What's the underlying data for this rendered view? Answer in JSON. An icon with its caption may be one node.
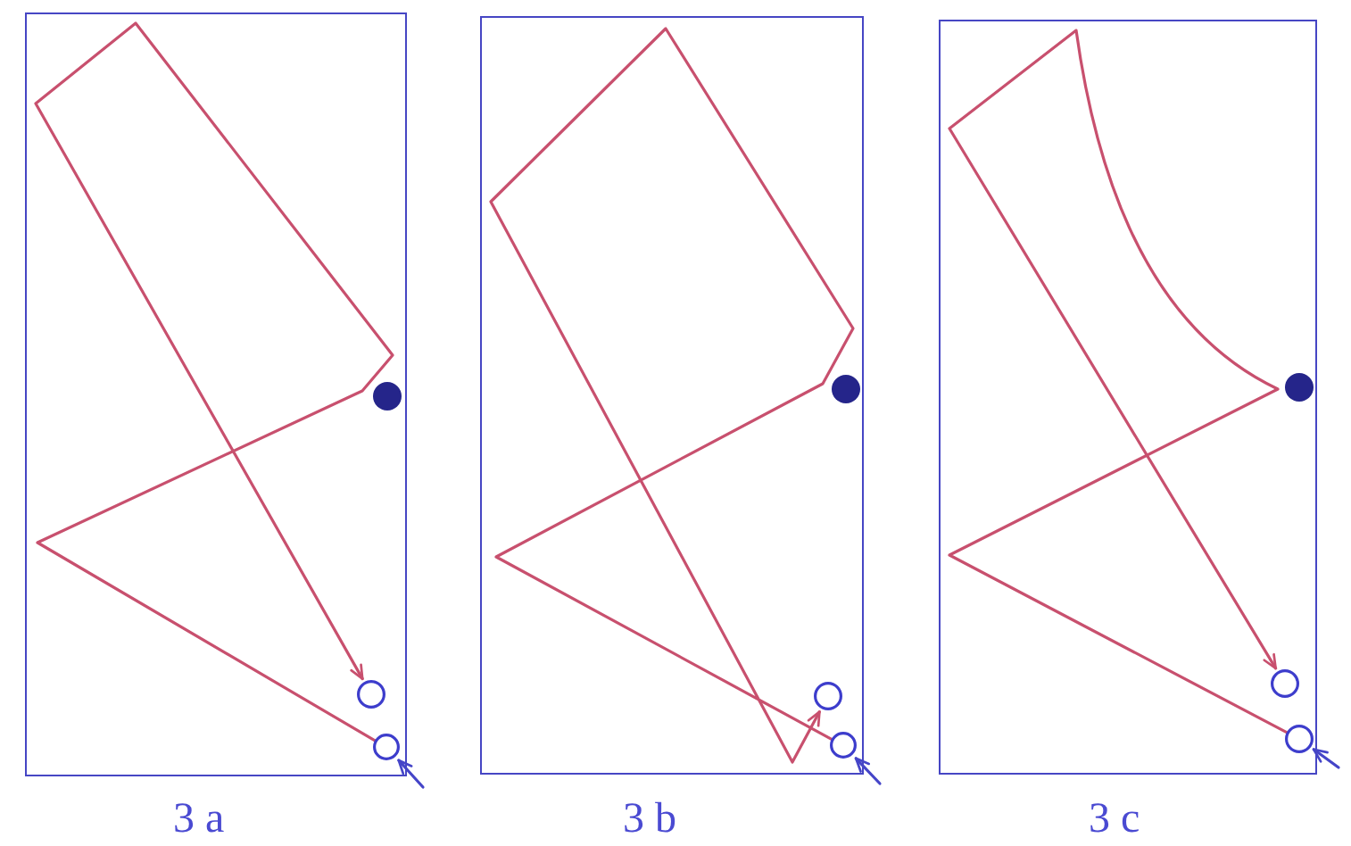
{
  "diagram": {
    "nodes": [
      {
        "text": [],
        "shape": "box",
        "beside": [
          "3 a"
        ]
      },
      {
        "text": [],
        "shape": "dot",
        "in": 0
      },
      {
        "text": [],
        "shape": "circle",
        "in": 0
      },
      {
        "text": [],
        "shape": "circle",
        "in": 0
      },
      {
        "text": [],
        "shape": "box",
        "beside": [
          "3 b"
        ]
      },
      {
        "text": [],
        "shape": "dot",
        "in": 4
      },
      {
        "text": [],
        "shape": "circle",
        "in": 4
      },
      {
        "text": [],
        "shape": "circle",
        "in": 4
      },
      {
        "text": [],
        "shape": "box",
        "beside": [
          "3 c"
        ]
      },
      {
        "text": [],
        "shape": "dot",
        "in": 8
      },
      {
        "text": [],
        "shape": "circle",
        "in": 8
      },
      {
        "text": [],
        "shape": "circle",
        "in": 8
      }
    ],
    "edges": [
      {
        "from": 3,
        "to": 2,
        "arrow": "to"
      },
      {
        "from": null,
        "to": 3,
        "arrow": "to",
        "color": "#4545c8"
      },
      {
        "from": 7,
        "to": 6,
        "arrow": "to"
      },
      {
        "from": null,
        "to": 7,
        "arrow": "to",
        "color": "#4545c8"
      },
      {
        "from": 11,
        "to": 10,
        "arrow": "to"
      },
      {
        "from": null,
        "to": 11,
        "arrow": "to",
        "color": "#4545c8"
      }
    ]
  }
}
